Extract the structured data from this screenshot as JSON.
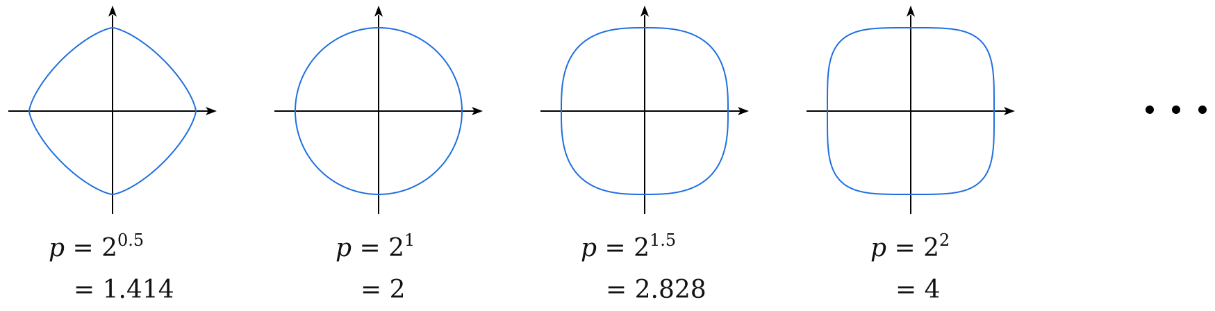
{
  "curve_color": "#1f6fe0",
  "axis_color": "#000000",
  "panels": [
    {
      "p": 1.414,
      "exponent_base": "2",
      "exponent": "0.5",
      "var": "p",
      "eq1": "= ",
      "eq2": "= ",
      "value_text": "1.414"
    },
    {
      "p": 2,
      "exponent_base": "2",
      "exponent": "1",
      "var": "p",
      "eq1": "= ",
      "eq2": "= ",
      "value_text": "2"
    },
    {
      "p": 2.828,
      "exponent_base": "2",
      "exponent": "1.5",
      "var": "p",
      "eq1": "= ",
      "eq2": "= ",
      "value_text": "2.828"
    },
    {
      "p": 4,
      "exponent_base": "2",
      "exponent": "2",
      "var": "p",
      "eq1": "= ",
      "eq2": "= ",
      "value_text": "4"
    }
  ],
  "ellipsis": "…"
}
